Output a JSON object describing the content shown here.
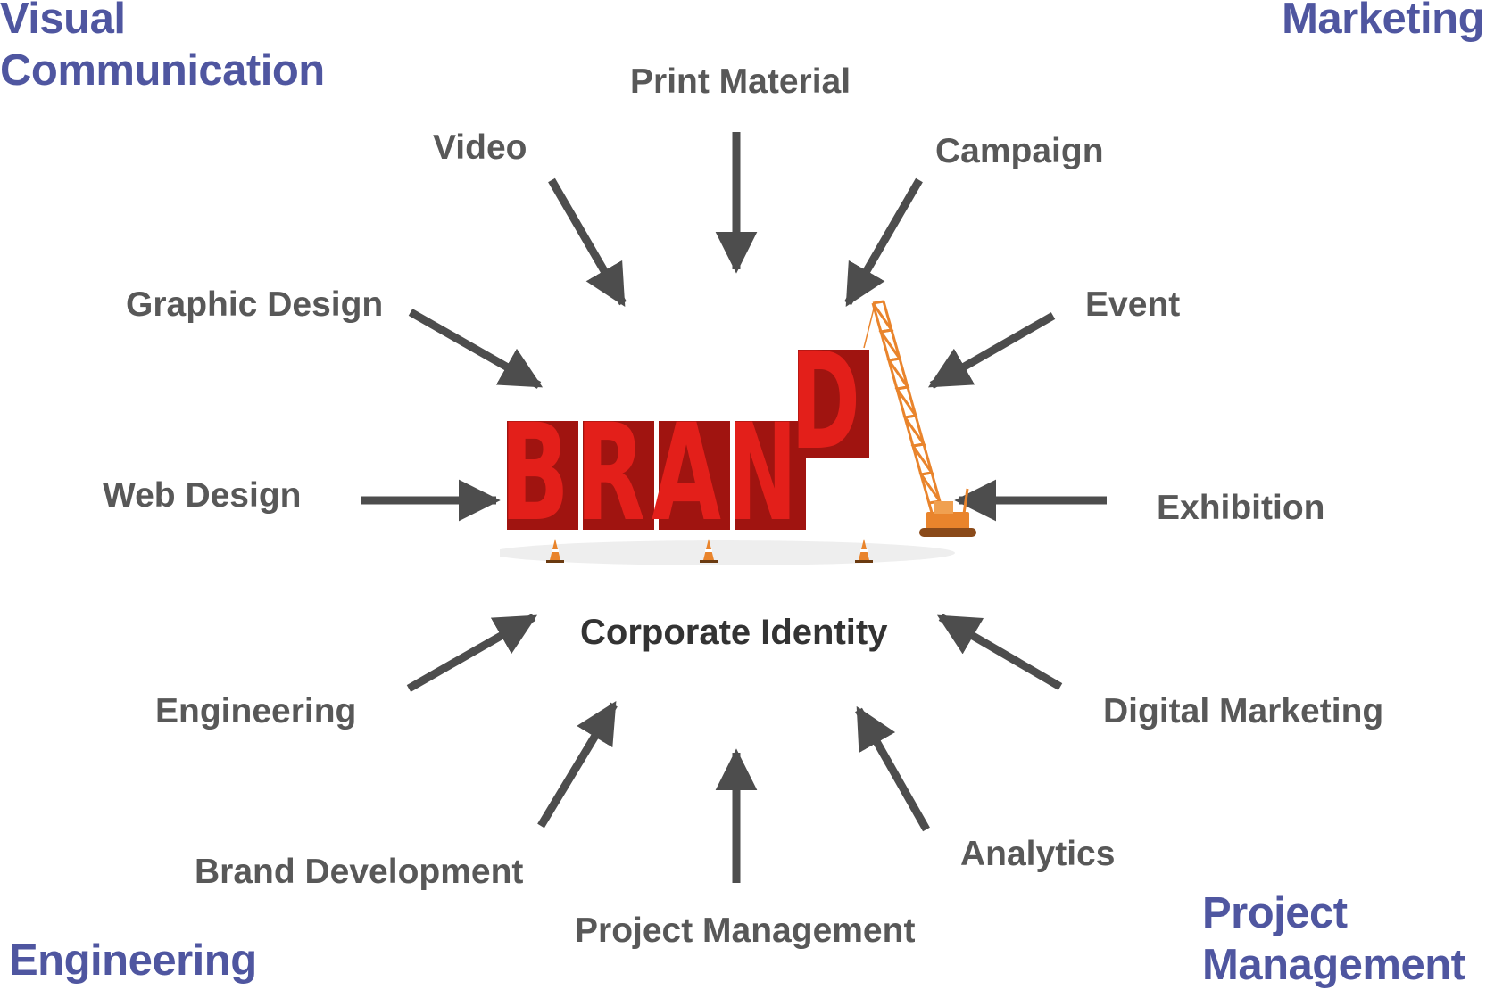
{
  "corners": {
    "top_left": [
      "Visual",
      "Communication"
    ],
    "top_right": [
      "Marketing"
    ],
    "bottom_left": [
      "Engineering"
    ],
    "bottom_right": [
      "Project",
      "Management"
    ]
  },
  "brand": {
    "letters": [
      "B",
      "R",
      "A",
      "N",
      "D"
    ],
    "caption": "Corporate Identity"
  },
  "labels": {
    "print_material": "Print Material",
    "video": "Video",
    "campaign": "Campaign",
    "graphic_design": "Graphic Design",
    "event": "Event",
    "web_design": "Web Design",
    "exhibition": "Exhibition",
    "engineering": "Engineering",
    "digital_marketing": "Digital Marketing",
    "brand_development": "Brand Development",
    "analytics": "Analytics",
    "project_management": "Project Management"
  },
  "colors": {
    "corner_text": "#4f56a0",
    "label_text": "#585858",
    "arrow": "#4d4d4d",
    "brand_red": "#e31f1a",
    "crane": "#e9842c"
  },
  "icons": [
    "crane-icon",
    "traffic-cone-icon"
  ]
}
